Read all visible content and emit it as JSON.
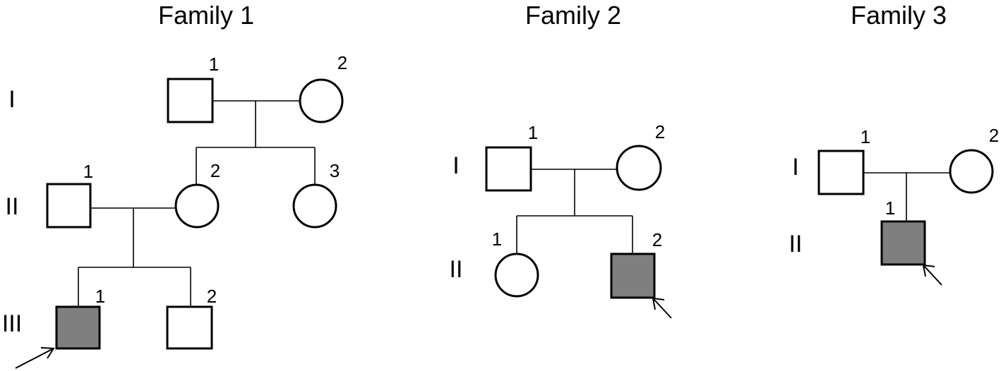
{
  "families": [
    {
      "title": "Family 1",
      "generations": [
        "I",
        "II",
        "III"
      ],
      "members": {
        "I-1": {
          "label": "1",
          "sex": "male",
          "affected": false
        },
        "I-2": {
          "label": "2",
          "sex": "female",
          "affected": false
        },
        "II-1": {
          "label": "1",
          "sex": "male",
          "affected": false
        },
        "II-2": {
          "label": "2",
          "sex": "female",
          "affected": false
        },
        "II-3": {
          "label": "3",
          "sex": "female",
          "affected": false
        },
        "III-1": {
          "label": "1",
          "sex": "male",
          "affected": true,
          "proband": true
        },
        "III-2": {
          "label": "2",
          "sex": "male",
          "affected": false
        }
      }
    },
    {
      "title": "Family 2",
      "generations": [
        "I",
        "II"
      ],
      "members": {
        "I-1": {
          "label": "1",
          "sex": "male",
          "affected": false
        },
        "I-2": {
          "label": "2",
          "sex": "female",
          "affected": false
        },
        "II-1": {
          "label": "1",
          "sex": "female",
          "affected": false
        },
        "II-2": {
          "label": "2",
          "sex": "male",
          "affected": true,
          "proband": true
        }
      }
    },
    {
      "title": "Family 3",
      "generations": [
        "I",
        "II"
      ],
      "members": {
        "I-1": {
          "label": "1",
          "sex": "male",
          "affected": false
        },
        "I-2": {
          "label": "2",
          "sex": "female",
          "affected": false
        },
        "II-1": {
          "label": "1",
          "sex": "male",
          "affected": true,
          "proband": true
        }
      }
    }
  ],
  "colors": {
    "affected_fill": "#7f7f7f",
    "unaffected_fill": "#ffffff",
    "stroke": "#000000"
  }
}
